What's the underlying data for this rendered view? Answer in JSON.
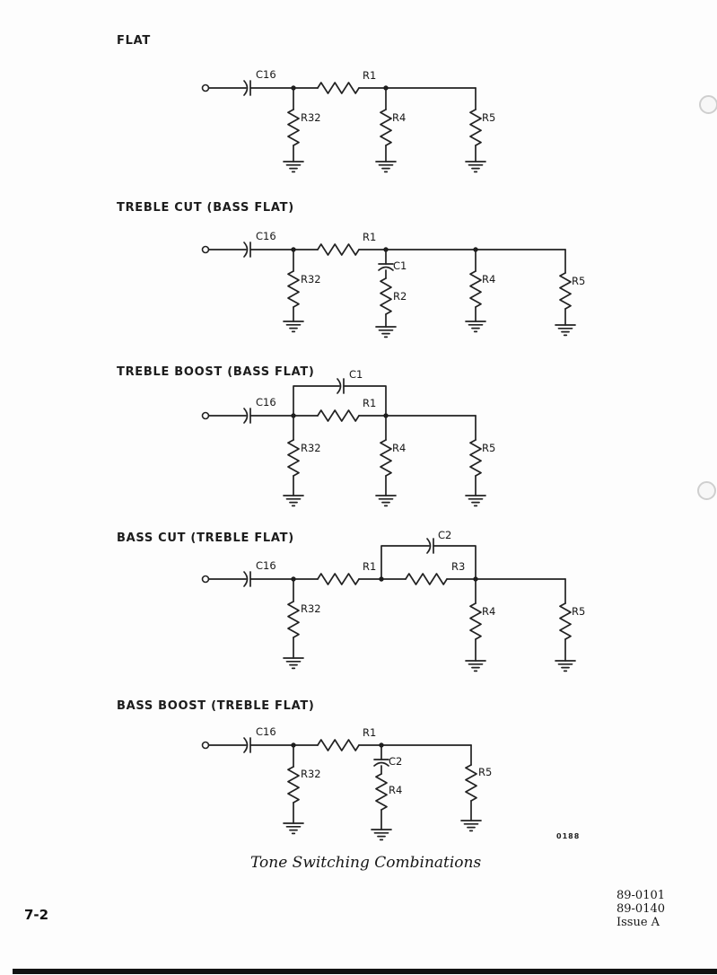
{
  "page": {
    "caption": "Tone Switching Combinations",
    "page_number": "7-2",
    "doc_number_1": "89-0101",
    "doc_number_2": "89-0140",
    "issue": "Issue A",
    "figure_code": "0188"
  },
  "circuits": [
    {
      "title": "FLAT",
      "labels": {
        "c16": "C16",
        "r1": "R1",
        "r32": "R32",
        "r4": "R4",
        "r5": "R5"
      }
    },
    {
      "title": "TREBLE CUT (BASS FLAT)",
      "labels": {
        "c16": "C16",
        "r1": "R1",
        "c1": "C1",
        "r2": "R2",
        "r32": "R32",
        "r4": "R4",
        "r5": "R5"
      }
    },
    {
      "title": "TREBLE BOOST (BASS FLAT)",
      "labels": {
        "c16": "C16",
        "c1": "C1",
        "r1": "R1",
        "r32": "R32",
        "r4": "R4",
        "r5": "R5"
      }
    },
    {
      "title": "BASS CUT (TREBLE FLAT)",
      "labels": {
        "c16": "C16",
        "r1": "R1",
        "c2": "C2",
        "r3": "R3",
        "r32": "R32",
        "r4": "R4",
        "r5": "R5"
      }
    },
    {
      "title": "BASS BOOST (TREBLE FLAT)",
      "labels": {
        "c16": "C16",
        "r1": "R1",
        "c2": "C2",
        "r4": "R4",
        "r32": "R32",
        "r5": "R5"
      }
    }
  ]
}
